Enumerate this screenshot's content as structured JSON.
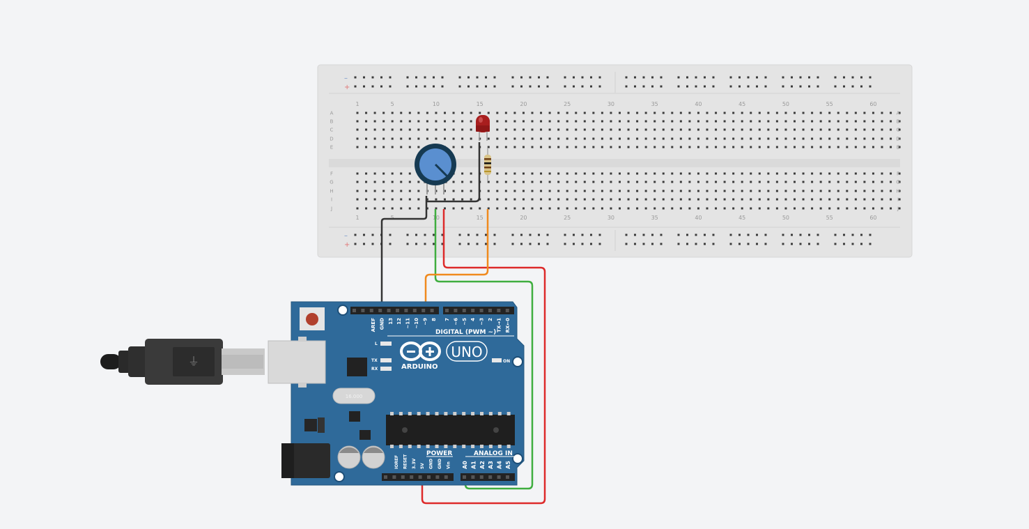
{
  "breadcrumb_hidden": "",
  "colors": {
    "background": "#f3f4f6",
    "breadboard": "#e4e4e4",
    "arduino": "#2f6a9a",
    "wire_black": "#333333",
    "wire_red": "#dd2a2a",
    "wire_green": "#3fae3f",
    "wire_orange": "#f08a1e",
    "led": "#a81e1e",
    "pot_knob": "#5a8fd0"
  },
  "breadboard": {
    "column_numbers": [
      "1",
      "5",
      "10",
      "15",
      "20",
      "25",
      "30",
      "35",
      "40",
      "45",
      "50",
      "55",
      "60"
    ],
    "top_rows": [
      "A",
      "B",
      "C",
      "D",
      "E"
    ],
    "bottom_rows": [
      "F",
      "G",
      "H",
      "I",
      "J"
    ],
    "rail_minus": "–",
    "rail_plus": "+"
  },
  "arduino": {
    "brand": "ARDUINO",
    "model": "UNO",
    "digital_label": "DIGITAL (PWM ~)",
    "power_label": "POWER",
    "analog_label": "ANALOG IN",
    "on_label": "ON",
    "led_l": "L",
    "led_tx": "TX",
    "led_rx": "RX",
    "crystal_label": "16.000",
    "digital_pins": [
      "AREF",
      "GND",
      "13",
      "12",
      "~11",
      "~10",
      "~9",
      "8",
      "7",
      "~6",
      "~5",
      "4",
      "~3",
      "2",
      "TX→1",
      "RX←0"
    ],
    "power_pins": [
      "IOREF",
      "RESET",
      "3.3V",
      "5V",
      "GND",
      "GND",
      "Vin"
    ],
    "analog_pins": [
      "A0",
      "A1",
      "A2",
      "A3",
      "A4",
      "A5"
    ]
  }
}
